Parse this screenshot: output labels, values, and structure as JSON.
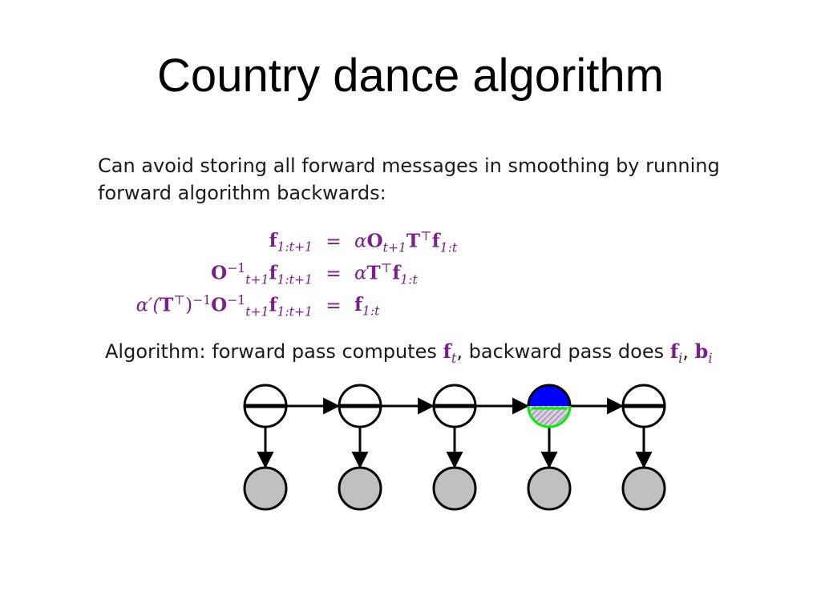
{
  "slide": {
    "title": "Country dance algorithm",
    "intro": "Can avoid storing all forward messages in smoothing by running forward algorithm backwards:",
    "equations": [
      {
        "lhs_parts": [
          {
            "t": "f",
            "b": true
          },
          {
            "t": "1:t+1",
            "sub": true
          }
        ],
        "op": "=",
        "rhs_parts": [
          {
            "t": "α",
            "i": true
          },
          {
            "t": "O",
            "b": true
          },
          {
            "t": "t+1",
            "sub": true
          },
          {
            "t": "T",
            "b": true
          },
          {
            "t": "⊤",
            "sup": true
          },
          {
            "t": "f",
            "b": true
          },
          {
            "t": "1:t",
            "sub": true
          }
        ]
      },
      {
        "lhs_parts": [
          {
            "t": "O",
            "b": true
          },
          {
            "t": "−1",
            "sup": true
          },
          {
            "t": "t+1",
            "sub": true
          },
          {
            "t": "f",
            "b": true
          },
          {
            "t": "1:t+1",
            "sub": true
          }
        ],
        "op": "=",
        "rhs_parts": [
          {
            "t": "α",
            "i": true
          },
          {
            "t": "T",
            "b": true
          },
          {
            "t": "⊤",
            "sup": true
          },
          {
            "t": "f",
            "b": true
          },
          {
            "t": "1:t",
            "sub": true
          }
        ]
      },
      {
        "lhs_parts": [
          {
            "t": "α′(",
            "i": true
          },
          {
            "t": "T",
            "b": true
          },
          {
            "t": "⊤",
            "sup": true
          },
          {
            "t": ")"
          },
          {
            "t": "−1",
            "sup": true
          },
          {
            "t": "O",
            "b": true
          },
          {
            "t": "−1",
            "sup": true
          },
          {
            "t": "t+1",
            "sub": true
          },
          {
            "t": "f",
            "b": true
          },
          {
            "t": "1:t+1",
            "sub": true
          }
        ],
        "op": "=",
        "rhs_parts": [
          {
            "t": "f",
            "b": true
          },
          {
            "t": "1:t",
            "sub": true
          }
        ]
      }
    ],
    "algorithm": {
      "prefix": "Algorithm: forward pass computes ",
      "f_t_base": "f",
      "f_t_sub": "t",
      "middle": ", backward pass does ",
      "f_i_base": "f",
      "f_i_sub": "i",
      "comma": ", ",
      "b_i_base": "b",
      "b_i_sub": "i"
    }
  },
  "diagram": {
    "state_node_count": 5,
    "highlighted_state_index": 3,
    "colors": {
      "math": "#7a1f8c",
      "observed_fill": "#c0c0c0",
      "highlight_top": "#0000ff",
      "highlight_bottom": "#00ee00",
      "hatch": "#a08aa8",
      "stroke": "#000000"
    }
  }
}
